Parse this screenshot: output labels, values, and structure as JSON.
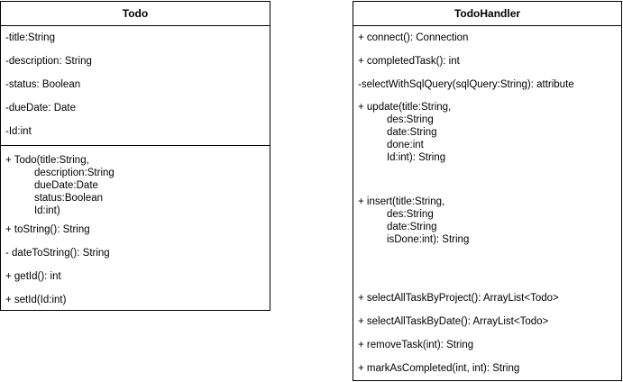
{
  "todo": {
    "name": "Todo",
    "attributes": [
      "-title:String",
      "-description: String",
      "-status: Boolean",
      "-dueDate: Date",
      "-Id:int"
    ],
    "methods": [
      "+ Todo(title:String,\n          description:String\n          dueDate:Date\n          status:Boolean\n          Id:int)",
      "+ toString(): String",
      "- dateToString(): String",
      "+ getId(): int",
      "+ setId(Id:int)"
    ]
  },
  "todo_handler": {
    "name": "TodoHandler",
    "methods": [
      "+ connect(): Connection",
      "+ completedTask(): int",
      "-selectWithSqlQuery(sqlQuery:String): attribute",
      "+ update(title:String,\n          des:String\n          date:String\n          done:int\n          Id:int): String",
      "+ insert(title:String,\n          des:String\n          date:String\n          isDone:int): String",
      "+ selectAllTaskByProject(): ArrayList<Todo>",
      "+ selectAllTaskByDate(): ArrayList<Todo>",
      "+ removeTask(int): String",
      "+ markAsCompleted(int, int): String"
    ]
  }
}
